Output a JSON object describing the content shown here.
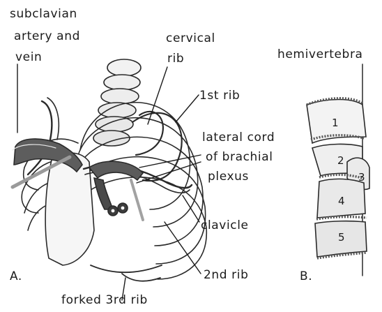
{
  "labels": {
    "subclavian_line1": "subclavian",
    "subclavian_line2": "artery and",
    "subclavian_line3": "vein",
    "cervical_line1": "cervical",
    "cervical_line2": "rib",
    "first_rib": "1st rib",
    "lateral_line1": "lateral cord",
    "lateral_line2": "of brachial",
    "lateral_line3": "plexus",
    "clavicle": "clavicle",
    "second_rib": "2nd rib",
    "forked": "forked 3rd rib",
    "hemivertebra": "hemivertebra",
    "panel_a": "A.",
    "panel_b": "B."
  },
  "vertebrae": [
    "1",
    "2",
    "3",
    "4",
    "5"
  ]
}
